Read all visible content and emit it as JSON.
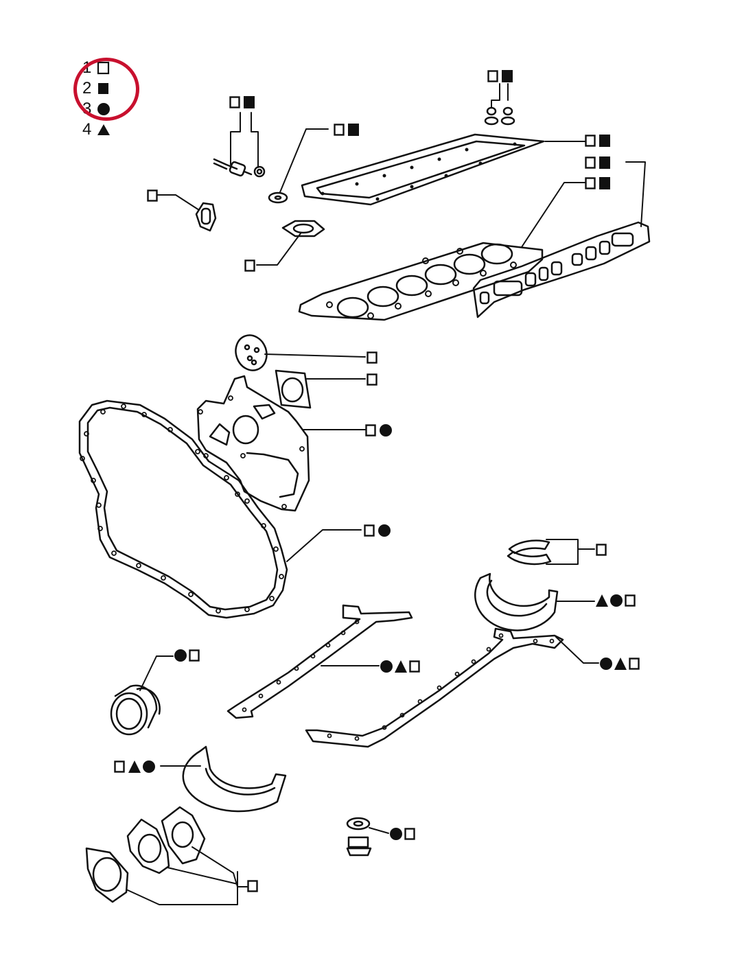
{
  "legend": {
    "items": [
      {
        "number": "1",
        "symbol": "open-square"
      },
      {
        "number": "2",
        "symbol": "filled-square"
      },
      {
        "number": "3",
        "symbol": "filled-circle"
      },
      {
        "number": "4",
        "symbol": "filled-triangle"
      }
    ],
    "highlight": {
      "items": [
        "1",
        "2",
        "3"
      ],
      "color": "#c8102e"
    }
  },
  "callouts": [
    {
      "part": "temperature-sender",
      "symbols": [
        "open-square",
        "filled-square"
      ]
    },
    {
      "part": "rocker-cover-grommets",
      "symbols": [
        "open-square",
        "filled-square"
      ]
    },
    {
      "part": "sealing-washer",
      "symbols": [
        "open-square",
        "filled-square"
      ]
    },
    {
      "part": "rocker-cover-gasket",
      "symbols": [
        "open-square",
        "filled-square"
      ]
    },
    {
      "part": "manifold-gasket",
      "symbols": [
        "open-square",
        "filled-square"
      ]
    },
    {
      "part": "cylinder-head-gasket",
      "symbols": [
        "open-square",
        "filled-square"
      ]
    },
    {
      "part": "thermostat-gasket",
      "symbols": [
        "open-square"
      ]
    },
    {
      "part": "water-outlet-gasket",
      "symbols": [
        "open-square"
      ]
    },
    {
      "part": "round-plate-gasket",
      "symbols": [
        "open-square"
      ]
    },
    {
      "part": "square-plate-gasket",
      "symbols": [
        "open-square"
      ]
    },
    {
      "part": "front-plate-gasket",
      "symbols": [
        "open-square",
        "filled-circle"
      ]
    },
    {
      "part": "timing-cover-gasket",
      "symbols": [
        "open-square",
        "filled-circle"
      ]
    },
    {
      "part": "crankshaft-thrust-washers",
      "symbols": [
        "open-square"
      ]
    },
    {
      "part": "rear-seal-half",
      "symbols": [
        "filled-triangle",
        "filled-circle",
        "open-square"
      ]
    },
    {
      "part": "front-oil-seal",
      "symbols": [
        "filled-circle",
        "open-square"
      ]
    },
    {
      "part": "sump-side-gasket-left",
      "symbols": [
        "filled-circle",
        "filled-triangle",
        "open-square"
      ]
    },
    {
      "part": "sump-side-gasket-right",
      "symbols": [
        "filled-circle",
        "filled-triangle",
        "open-square"
      ]
    },
    {
      "part": "sump-end-seal",
      "symbols": [
        "open-square",
        "filled-triangle",
        "filled-circle"
      ]
    },
    {
      "part": "drain-plug-washer",
      "symbols": [
        "filled-circle",
        "open-square"
      ]
    },
    {
      "part": "exhaust-flange-gaskets",
      "symbols": [
        "open-square"
      ]
    }
  ]
}
